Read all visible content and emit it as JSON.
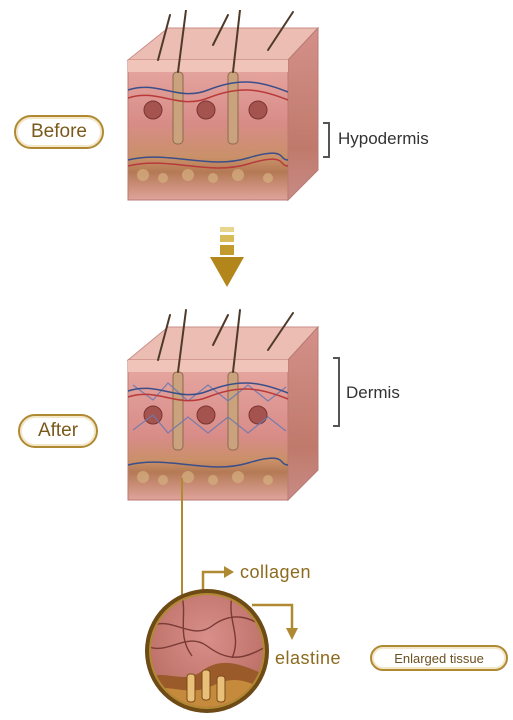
{
  "labels": {
    "before": "Before",
    "after": "After",
    "hypodermis": "Hypodermis",
    "dermis": "Dermis",
    "collagen": "collagen",
    "elastine": "elastine",
    "enlarged_tissue": "Enlarged tissue"
  },
  "colors": {
    "accent_gold": "#b08a33",
    "skin_top": "#e9b6ad",
    "skin_front": "#d98f8a",
    "skin_side": "#cf7f7b",
    "fat_layer": "#b98a5a",
    "hair": "#5a4230"
  }
}
